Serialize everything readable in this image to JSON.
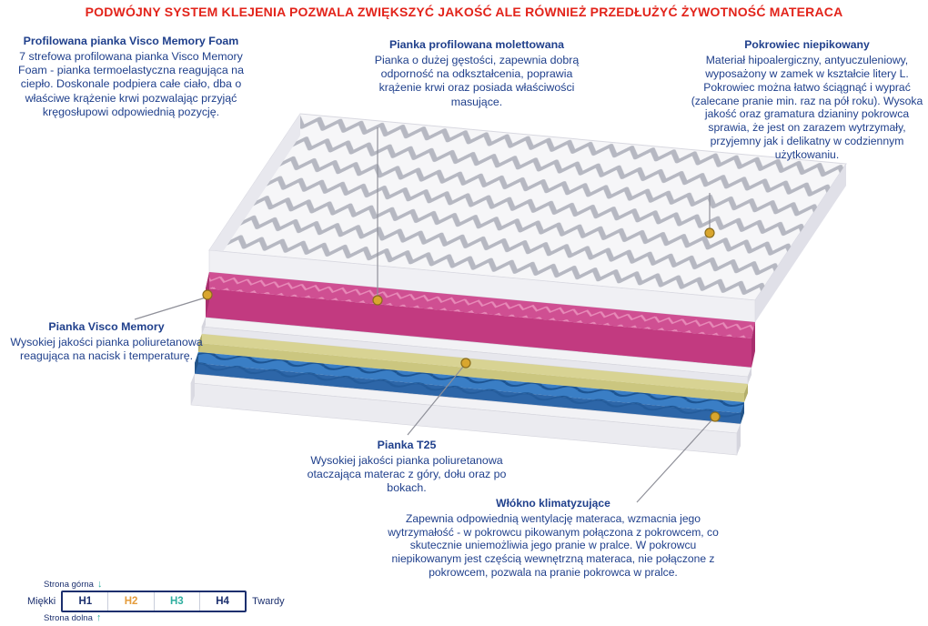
{
  "header": {
    "text": "PODWÓJNY SYSTEM KLEJENIA POZWALA ZWIĘKSZYĆ JAKOŚĆ ALE RÓWNIEŻ PRZEDŁUŻYĆ ŻYWOTNOŚĆ MATERACA"
  },
  "callouts": {
    "visco_foam_profiled": {
      "title": "Profilowana pianka Visco Memory Foam",
      "body": "7 strefowa profilowana pianka Visco Memory Foam - pianka termoelastyczna reagująca na ciepło. Doskonale podpiera całe ciało, dba o właściwe krążenie krwi pozwalając przyjąć kręgosłupowi odpowiednią pozycję."
    },
    "molded_foam": {
      "title": "Pianka profilowana molettowana",
      "body": "Pianka o dużej gęstości, zapewnia dobrą odporność na odkształcenia, poprawia krążenie krwi oraz posiada właściwości masujące."
    },
    "cover": {
      "title": "Pokrowiec niepikowany",
      "body": "Materiał hipoalergiczny, antyuczuleniowy, wyposażony w zamek w kształcie litery L. Pokrowiec można łatwo ściągnąć i wyprać (zalecane pranie min. raz na pół roku). Wysoka jakość oraz gramatura dzianiny pokrowca sprawia, że jest on zarazem wytrzymały, przyjemny jak i delikatny w codziennym użytkowaniu."
    },
    "visco_memory": {
      "title": "Pianka Visco Memory",
      "body": "Wysokiej jakości pianka poliuretanowa reagująca na nacisk i temperaturę."
    },
    "t25": {
      "title": "Pianka T25",
      "body": "Wysokiej jakości pianka poliuretanowa otaczająca materac z góry, dołu oraz po bokach."
    },
    "climate_fiber": {
      "title": "Włókno klimatyzujące",
      "body": "Zapewnia odpowiednią wentylację materaca, wzmacnia jego wytrzymałość - w pokrowcu pikowanym połączona z pokrowcem, co skutecznie uniemożliwia jego pranie w pralce. W pokrowcu niepikowanym jest częścią wewnętrzną materaca, nie połączone z pokrowcem, pozwala na pranie pokrowca w pralce."
    }
  },
  "hardness_scale": {
    "top_side_label": "Strona górna",
    "bottom_side_label": "Strona dolna",
    "soft_label": "Miękki",
    "hard_label": "Twardy",
    "levels": [
      {
        "label": "H1",
        "color": "#1b2f6e"
      },
      {
        "label": "H2",
        "color": "#e59c3c"
      },
      {
        "label": "H3",
        "color": "#2fae9f"
      },
      {
        "label": "H4",
        "color": "#1b2f6e"
      }
    ]
  },
  "colors": {
    "accent_red": "#e2231a",
    "text_navy": "#20408c",
    "gold_marker": "#d9a62e",
    "gold_marker_border": "#8a6d1d",
    "leader_line": "#8f9099",
    "pink_top": "#cf4f92",
    "pink_front": "#c23a80",
    "pink_edge": "#a92e6e",
    "yellow_top": "#d8d393",
    "yellow_front": "#cbc67f",
    "yellow_edge": "#b3ae6a",
    "blue_top": "#3a7ec5",
    "blue_front": "#2d66a8",
    "blue_edge": "#235489",
    "teal_arrow": "#2fae9f"
  }
}
